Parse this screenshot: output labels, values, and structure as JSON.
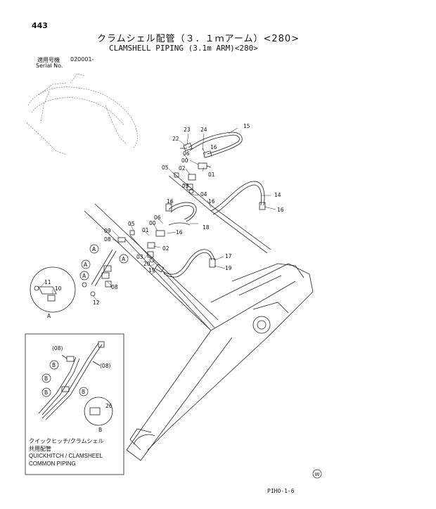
{
  "header": {
    "page_number": "443",
    "title_jp": "クラムシェル配管（３．１ｍアーム）<280>",
    "title_en": "CLAMSHELL PIPING (3.1m ARM)<280>",
    "serial_label_jp": "適用号機",
    "serial_value": "020001-",
    "serial_label_en": "Serial No."
  },
  "callouts": {
    "c15": "15",
    "c23": "23",
    "c24": "24",
    "c22": "22",
    "c16a": "16",
    "c06a": "06",
    "c00a": "00",
    "c02a": "02",
    "c01a": "01",
    "c05a": "05",
    "c03a": "03",
    "c04": "04",
    "c16b": "16",
    "c14": "14",
    "c16c": "16",
    "c16d": "16",
    "c06b": "06",
    "c00b": "00",
    "c18": "18",
    "c05b": "05",
    "c01b": "01",
    "c09": "09",
    "c16e": "16",
    "c08a": "08",
    "c02b": "02",
    "c03b": "03",
    "c20": "20",
    "c17": "17",
    "c19a": "19",
    "c19b": "19",
    "c08b": "08",
    "c11": "11",
    "c10": "10",
    "c12": "12"
  },
  "section_labels": {
    "a1": "A",
    "a2": "A",
    "a3": "A",
    "a4": "A",
    "view_a": "A",
    "b1": "B",
    "b2": "B",
    "b3": "B",
    "b4": "B",
    "view_b": "B"
  },
  "inset": {
    "c08a": "(08)",
    "c08b": "(08)",
    "c26": "26",
    "note_jp1": "クイックヒッチ/クラムシェル",
    "note_jp2": "共用配管",
    "note_en1": "QUICKHITCH / CLAMSHEEL",
    "note_en2": "COMMON  PIPING"
  },
  "footer": {
    "marker": "W",
    "page_code": "PIHO-1-6"
  }
}
